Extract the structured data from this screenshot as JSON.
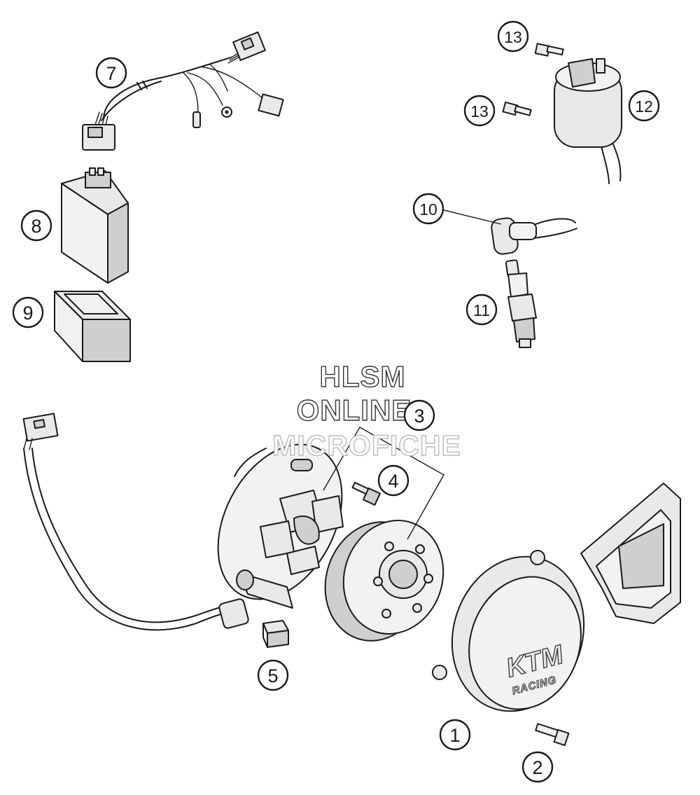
{
  "diagram": {
    "callouts": [
      {
        "id": "c1",
        "label": "1"
      },
      {
        "id": "c2",
        "label": "2"
      },
      {
        "id": "c3",
        "label": "3"
      },
      {
        "id": "c4",
        "label": "4"
      },
      {
        "id": "c5",
        "label": "5"
      },
      {
        "id": "c7",
        "label": "7"
      },
      {
        "id": "c8",
        "label": "8"
      },
      {
        "id": "c9",
        "label": "9"
      },
      {
        "id": "c10",
        "label": "10"
      },
      {
        "id": "c11",
        "label": "11"
      },
      {
        "id": "c12",
        "label": "12"
      },
      {
        "id": "c13a",
        "label": "13"
      },
      {
        "id": "c13b",
        "label": "13"
      }
    ],
    "cover_logo": {
      "brand": "KTM",
      "sub": "RACING"
    }
  },
  "watermark": {
    "line1": "HLSM",
    "line2": "ONLINE",
    "line3": "MICROFICHE"
  }
}
